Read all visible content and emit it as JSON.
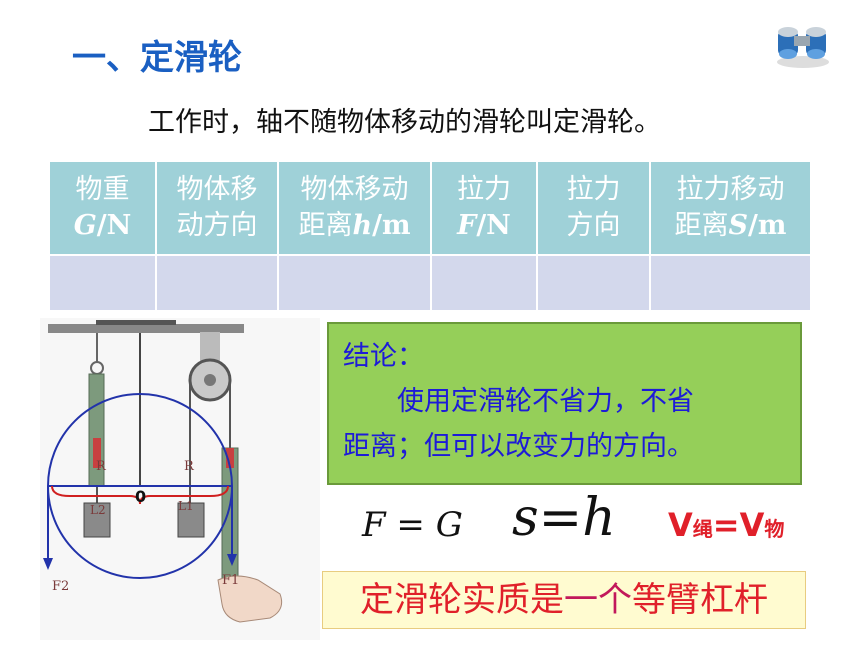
{
  "title": "一、定滑轮",
  "intro": "工作时，轴不随物体移动的滑轮叫定滑轮。",
  "table": {
    "headers": [
      {
        "line1": "物重",
        "line2_symbol": "G",
        "line2_unit": "/N"
      },
      {
        "line1": "物体移",
        "line2_text": "动方向"
      },
      {
        "line1": "物体移动",
        "line2_text": "距离",
        "line2_symbol": "h",
        "line2_unit": "/m"
      },
      {
        "line1": "拉力",
        "line2_symbol": "F",
        "line2_unit": "/N"
      },
      {
        "line1": "拉力",
        "line2_text": "方向"
      },
      {
        "line1": "拉力移动",
        "line2_text": "距离",
        "line2_symbol": "S",
        "line2_unit": "/m"
      }
    ]
  },
  "diagram": {
    "labels": {
      "r_left": "R",
      "r_right": "R",
      "center": "0",
      "l2": "L2",
      "l1": "L1",
      "f2": "F2",
      "f1": "F1"
    },
    "colors": {
      "circle": "#2233aa",
      "arm": "#d02020",
      "rod": "#7d9a7d"
    }
  },
  "conclusion": {
    "heading": "结论：",
    "line1": "使用定滑轮不省力，不省",
    "line2": "距离；但可以改变力的方向。"
  },
  "formulas": {
    "fg": "F = G",
    "sh": "s=h",
    "v_left": "V",
    "v_left_sub": "绳",
    "v_equals": "=",
    "v_right": "V",
    "v_right_sub": "物"
  },
  "essence": {
    "part1": "定滑轮实质是",
    "part2": "一个",
    "part3": "等臂杠杆"
  },
  "colors": {
    "title": "#1a5fc2",
    "table_header": "#9fd1d8",
    "table_blank": "#d3d8ec",
    "conclusion_bg": "#95cf59",
    "conclusion_text": "#1d1bd8",
    "accent_red": "#e0202a",
    "essence_bg": "#fffbd0"
  },
  "icons": [
    "binoculars-icon"
  ]
}
